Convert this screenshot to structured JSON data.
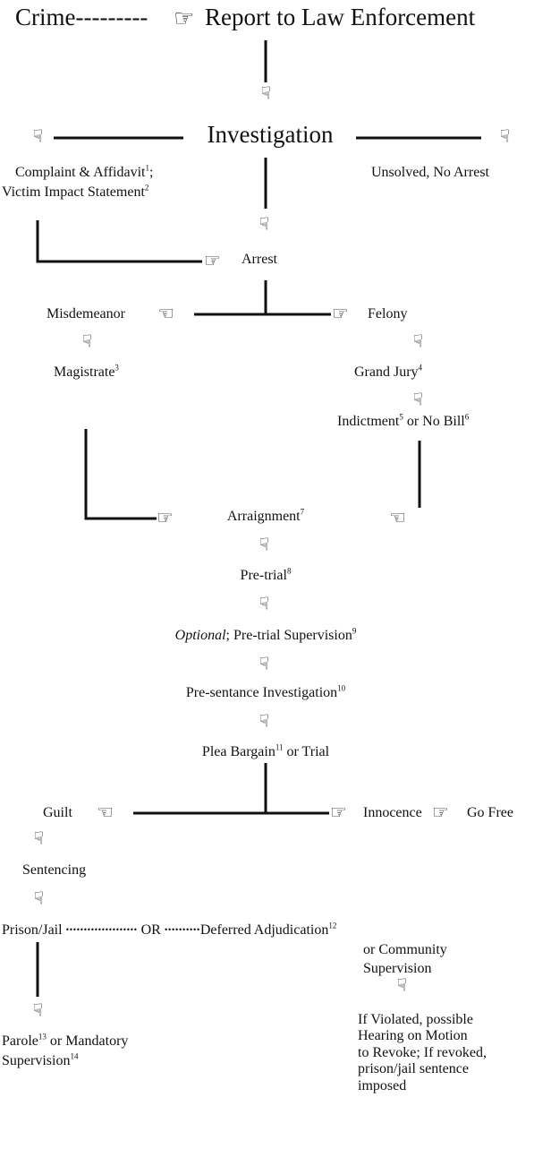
{
  "title": {
    "crime": "Crime",
    "dashes": "---------",
    "report": "Report to Law Enforcement"
  },
  "investigation": "Investigation",
  "complaint": {
    "line1": "Complaint & Affidavit",
    "sup1": "1",
    "line1_tail": ";",
    "line2": "Victim Impact Statement",
    "sup2": "2"
  },
  "unsolved": "Unsolved, No Arrest",
  "arrest": "Arrest",
  "misdemeanor": "Misdemeanor",
  "felony": "Felony",
  "magistrate": {
    "text": "Magistrate",
    "sup": "3"
  },
  "grand_jury": {
    "text": "Grand Jury",
    "sup": "4"
  },
  "indictment": {
    "text": "Indictment",
    "sup1": "5",
    "mid": " or No Bill",
    "sup2": "6"
  },
  "arraignment": {
    "text": "Arraignment",
    "sup": "7"
  },
  "pretrial": {
    "text": "Pre-trial",
    "sup": "8"
  },
  "optional": {
    "italic": "Optional",
    "text": "; Pre-trial Supervision",
    "sup": "9"
  },
  "presentence": {
    "text": "Pre-sentance Investigation",
    "sup": "10"
  },
  "plea": {
    "text": "Plea Bargain",
    "sup": "11",
    "tail": " or Trial"
  },
  "guilt": "Guilt",
  "innocence": "Innocence",
  "go_free": "Go Free",
  "sentencing": "Sentencing",
  "prison": "Prison/Jail",
  "prison_dots": "••••••••••••••••••••",
  "or": "OR",
  "or_dots": "••••••••••",
  "deferred": {
    "line1": "Deferred Adjudication",
    "sup": "12",
    "line2": "or Community",
    "line3": "Supervision"
  },
  "parole": {
    "line1a": "Parole",
    "sup1": "13",
    "line1b": " or Mandatory",
    "line2": "Supervision",
    "sup2": "14"
  },
  "violated": {
    "lines": [
      "If Violated, possible",
      "Hearing on Motion",
      "to Revoke; If revoked,",
      "prison/jail sentence",
      "imposed"
    ]
  },
  "icons": {
    "pointing_right": "☞",
    "pointing_left": "☜",
    "pointing_down": "☞"
  }
}
